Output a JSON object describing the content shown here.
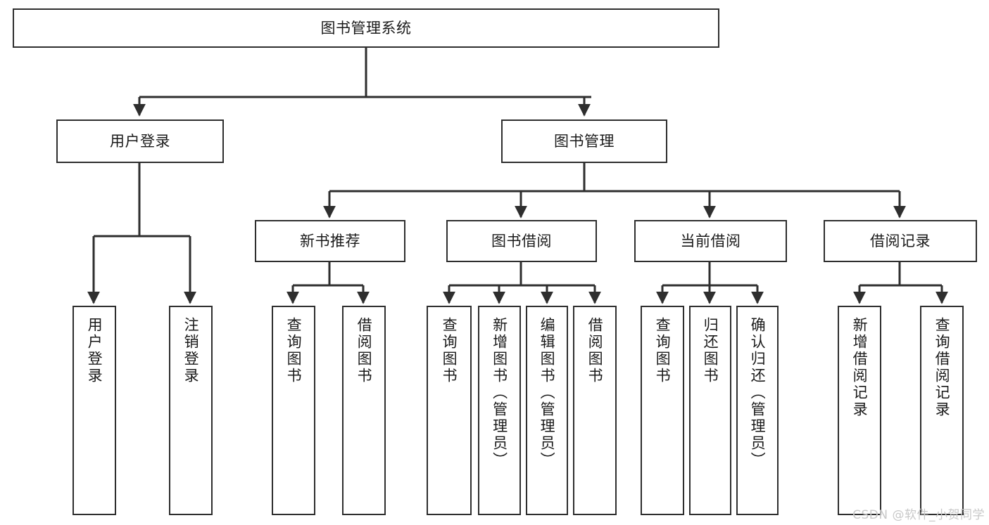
{
  "diagram": {
    "title": "图书管理系统",
    "type": "tree-hierarchy-chart",
    "background_color": "#ffffff",
    "line_color": "#2e2e2e",
    "text_color": "#1a1a1a"
  },
  "nodes": {
    "root": {
      "label": "图书管理系统"
    },
    "level2": [
      {
        "label": "用户登录"
      },
      {
        "label": "图书管理"
      }
    ],
    "level3": [
      {
        "label": "新书推荐"
      },
      {
        "label": "图书借阅"
      },
      {
        "label": "当前借阅"
      },
      {
        "label": "借阅记录"
      }
    ],
    "leaves": {
      "user_login": [
        {
          "label": "用户登录"
        },
        {
          "label": "注销登录"
        }
      ],
      "new_book_recommend": [
        {
          "label": "查询图书"
        },
        {
          "label": "借阅图书"
        }
      ],
      "book_borrow": [
        {
          "label": "查询图书"
        },
        {
          "label": "新增图书（管理员）"
        },
        {
          "label": "编辑图书（管理员）"
        },
        {
          "label": "借阅图书"
        }
      ],
      "current_borrow": [
        {
          "label": "查询图书"
        },
        {
          "label": "归还图书"
        },
        {
          "label": "确认归还（管理员）"
        }
      ],
      "borrow_record": [
        {
          "label": "新增借阅记录"
        },
        {
          "label": "查询借阅记录"
        }
      ]
    }
  },
  "watermark": {
    "text": "CSDN @软件_小贺同学"
  }
}
